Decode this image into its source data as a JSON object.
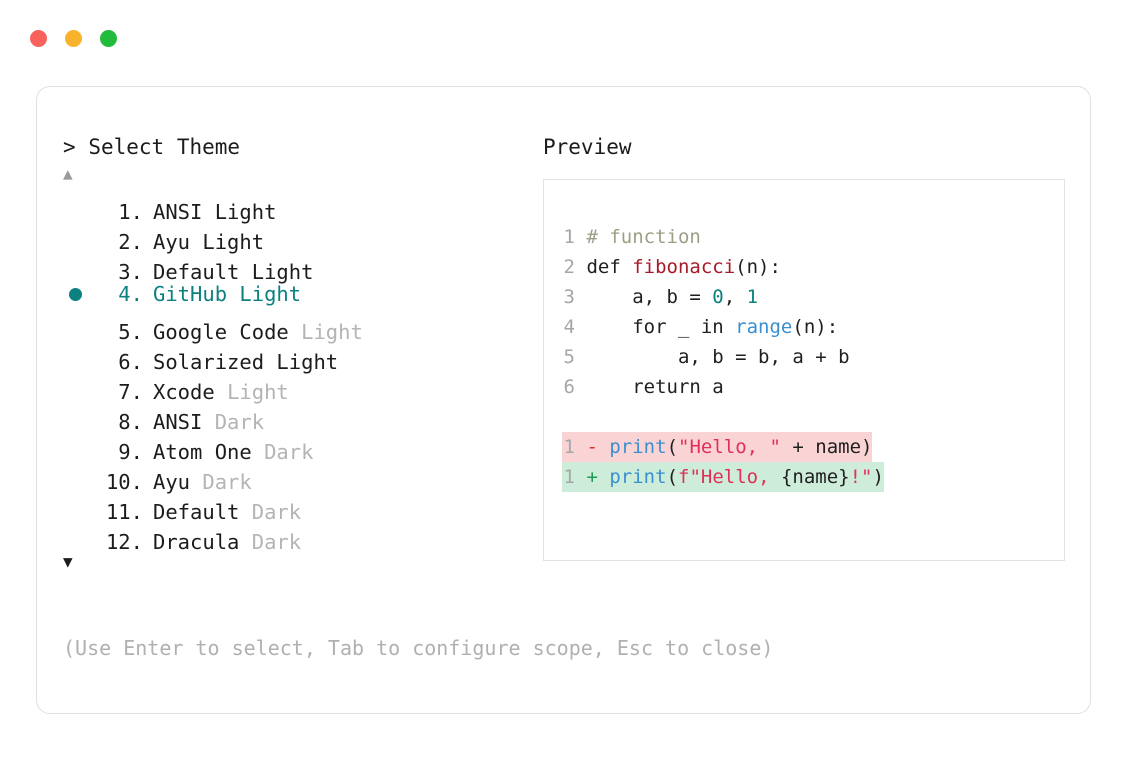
{
  "window": {
    "buttons": [
      {
        "name": "close",
        "color": "#f9615c"
      },
      {
        "name": "minimize",
        "color": "#f7b32b"
      },
      {
        "name": "maximize",
        "color": "#22bb3b"
      }
    ]
  },
  "picker": {
    "prompt_symbol": ">",
    "title": "Select Theme",
    "scroll_up": "▲",
    "scroll_down": "▼",
    "selected_index": 4,
    "accent_color": "#0d8080",
    "items": [
      {
        "number": " 1.",
        "name": "ANSI",
        "suffix": "Light",
        "suffix_dim": false,
        "selected": false
      },
      {
        "number": " 2.",
        "name": "Ayu",
        "suffix": "Light",
        "suffix_dim": false,
        "selected": false
      },
      {
        "number": " 3.",
        "name": "Default",
        "suffix": "Light",
        "suffix_dim": false,
        "selected": false
      },
      {
        "number": " 4.",
        "name": "GitHub",
        "suffix": "Light",
        "suffix_dim": false,
        "selected": true
      },
      {
        "number": " 5.",
        "name": "Google Code",
        "suffix": "Light",
        "suffix_dim": true,
        "selected": false
      },
      {
        "number": " 6.",
        "name": "Solarized",
        "suffix": "Light",
        "suffix_dim": false,
        "selected": false
      },
      {
        "number": " 7.",
        "name": "Xcode",
        "suffix": "Light",
        "suffix_dim": true,
        "selected": false
      },
      {
        "number": " 8.",
        "name": "ANSI",
        "suffix": "Dark",
        "suffix_dim": true,
        "selected": false
      },
      {
        "number": " 9.",
        "name": "Atom One",
        "suffix": "Dark",
        "suffix_dim": true,
        "selected": false
      },
      {
        "number": "10.",
        "name": "Ayu",
        "suffix": "Dark",
        "suffix_dim": true,
        "selected": false
      },
      {
        "number": "11.",
        "name": "Default",
        "suffix": "Dark",
        "suffix_dim": true,
        "selected": false
      },
      {
        "number": "12.",
        "name": "Dracula",
        "suffix": "Dark",
        "suffix_dim": true,
        "selected": false
      }
    ]
  },
  "preview": {
    "label": "Preview",
    "code": {
      "lines": [
        {
          "n": "1",
          "t1": "# function",
          "c1": "tok-comment"
        },
        {
          "n": "2",
          "t1": "def ",
          "c1": "tok-kw",
          "t2": "fibonacci",
          "c2": "tok-fn-def",
          "t3": "(n):",
          "c3": "tok-plain"
        },
        {
          "n": "3",
          "t1": "    a, b = ",
          "c1": "tok-plain",
          "t2": "0",
          "c2": "tok-num",
          "t3": ", ",
          "c3": "tok-plain",
          "t4": "1",
          "c4": "tok-num"
        },
        {
          "n": "4",
          "t1": "    for _ in ",
          "c1": "tok-plain",
          "t2": "range",
          "c2": "tok-builtin",
          "t3": "(n):",
          "c3": "tok-plain"
        },
        {
          "n": "5",
          "t1": "        a, b = b, a + b",
          "c1": "tok-plain"
        },
        {
          "n": "6",
          "t1": "    return a",
          "c1": "tok-plain"
        }
      ],
      "diff": {
        "removed": {
          "n": "1",
          "sign": "-",
          "t1": "print",
          "c1": "tok-builtin",
          "t2": "(",
          "c2": "tok-plain",
          "t3": "\"Hello, \"",
          "c3": "tok-str",
          "t4": " + name)",
          "c4": "tok-plain",
          "bg": "#fad4d4"
        },
        "added": {
          "n": "1",
          "sign": "+",
          "t1": "print",
          "c1": "tok-builtin",
          "t2": "(",
          "c2": "tok-plain",
          "t3": "f\"Hello, ",
          "c3": "tok-str",
          "t4": "{name}",
          "c4": "tok-plain",
          "t5": "!\"",
          "c5": "tok-str",
          "t6": ")",
          "c6": "tok-plain",
          "bg": "#cdecd9"
        }
      }
    }
  },
  "hint": "(Use Enter to select, Tab to configure scope, Esc to close)"
}
